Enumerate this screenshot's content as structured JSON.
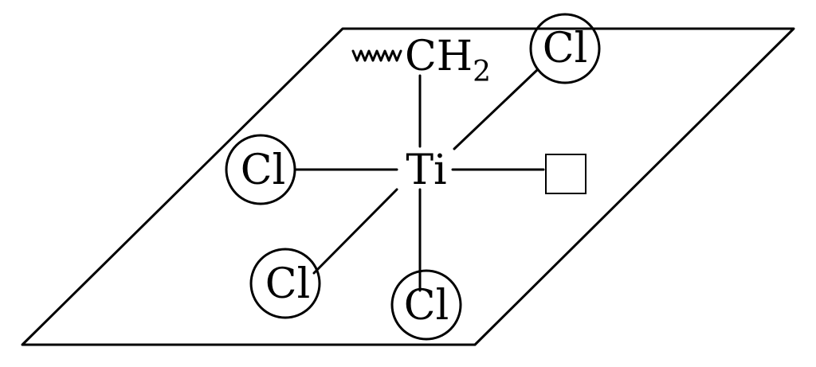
{
  "diagram": {
    "center_atom": "Ti",
    "methylene": {
      "main": "CH",
      "subscript": "2"
    },
    "chlorides": [
      {
        "id": "upper-right",
        "label": "Cl"
      },
      {
        "id": "left",
        "label": "Cl"
      },
      {
        "id": "lower-left",
        "label": "Cl"
      },
      {
        "id": "bottom",
        "label": "Cl"
      }
    ],
    "vacancy_icon": "empty-square-icon",
    "colors": {
      "line": "#000000",
      "background": "#ffffff"
    }
  }
}
